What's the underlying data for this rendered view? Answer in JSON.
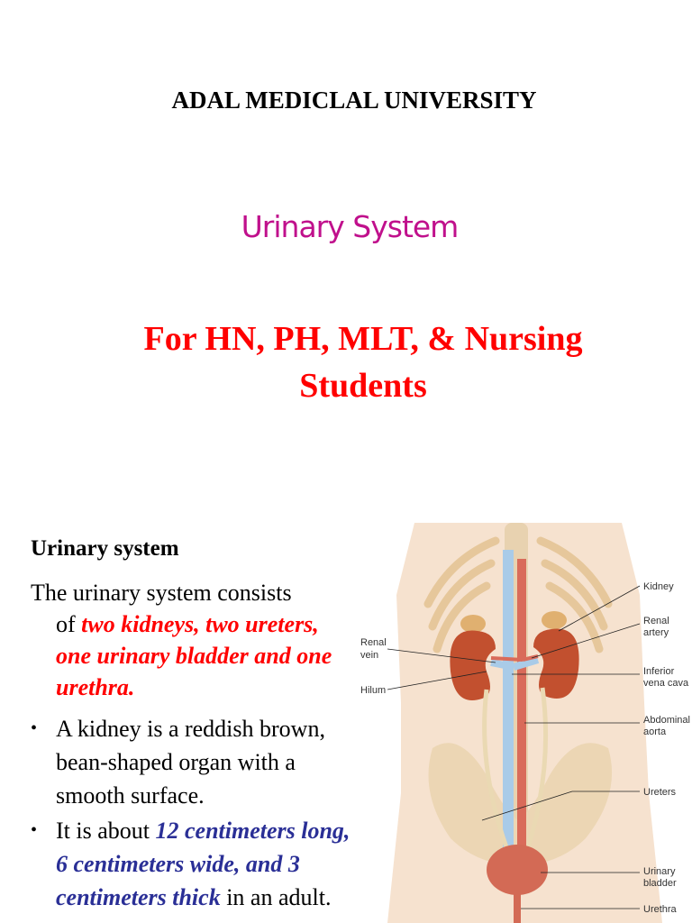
{
  "header": {
    "university": "ADAL MEDICLAL UNIVERSITY",
    "subject": "Urinary System",
    "audience": "For HN, PH, MLT, & Nursing Students"
  },
  "content": {
    "heading": "Urinary system",
    "intro_line1": "The urinary system consists",
    "intro_of": "of ",
    "intro_highlight": "two kidneys, two ureters, one urinary bladder and one urethra.",
    "bullet1": "A kidney is a reddish brown, bean-shaped organ with a smooth surface.",
    "bullet2_pre": "It is about ",
    "bullet2_highlight": "12 centimeters long, 6 centimeters wide, and 3 centimeters thick",
    "bullet2_post": " in an adult."
  },
  "figure": {
    "labels": {
      "kidney": "Kidney",
      "renal_artery_1": "Renal",
      "renal_artery_2": "artery",
      "renal_vein_1": "Renal",
      "renal_vein_2": "vein",
      "hilum": "Hilum",
      "ivc_1": "Inferior",
      "ivc_2": "vena cava",
      "aorta_1": "Abdominal",
      "aorta_2": "aorta",
      "ureters": "Ureters",
      "bladder_1": "Urinary",
      "bladder_2": "bladder",
      "urethra": "Urethra"
    },
    "colors": {
      "kidney": "#c2502f",
      "vein": "#a9cbe8",
      "artery": "#d96b5a",
      "bone": "#f0dcc0",
      "skin": "#f6e2cf"
    }
  }
}
